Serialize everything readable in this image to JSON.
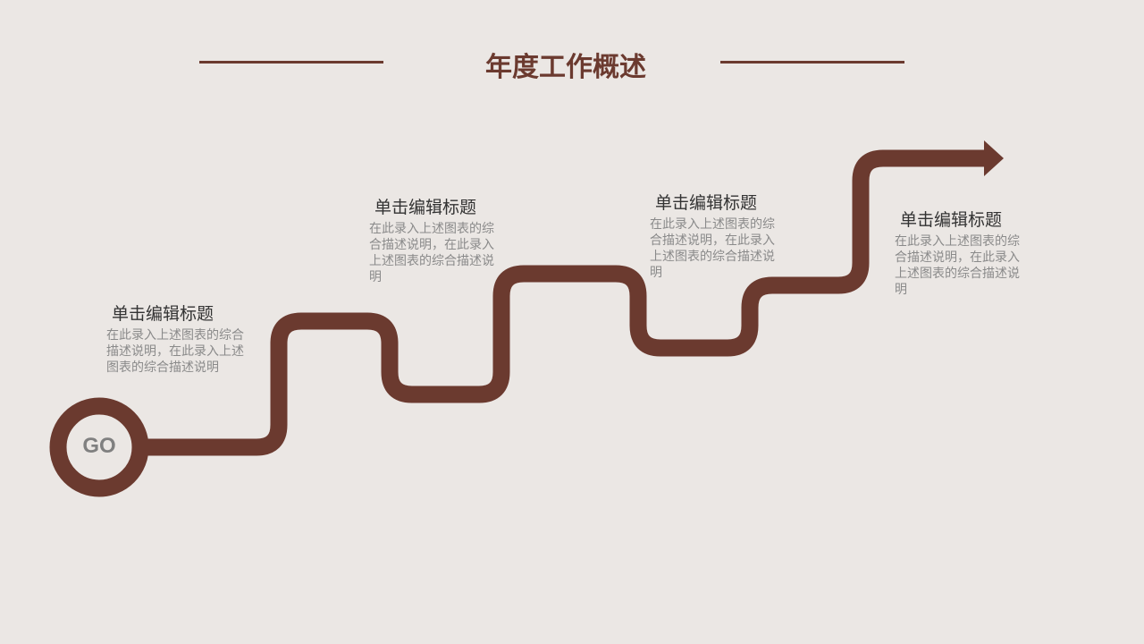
{
  "title": "年度工作概述",
  "start_label": "GO",
  "color": "#6b3a2f",
  "steps": [
    {
      "title": "单击编辑标题",
      "desc": "在此录入上述图表的综合描述说明，在此录入上述图表的综合描述说明"
    },
    {
      "title": "单击编辑标题",
      "desc": "在此录入上述图表的综合描述说明，在此录入上述图表的综合描述说明"
    },
    {
      "title": "单击编辑标题",
      "desc": "在此录入上述图表的综合描述说明，在此录入上述图表的综合描述说明"
    },
    {
      "title": "单击编辑标题",
      "desc": "在此录入上述图表的综合描述说明，在此录入上述图表的综合描述说明"
    }
  ]
}
